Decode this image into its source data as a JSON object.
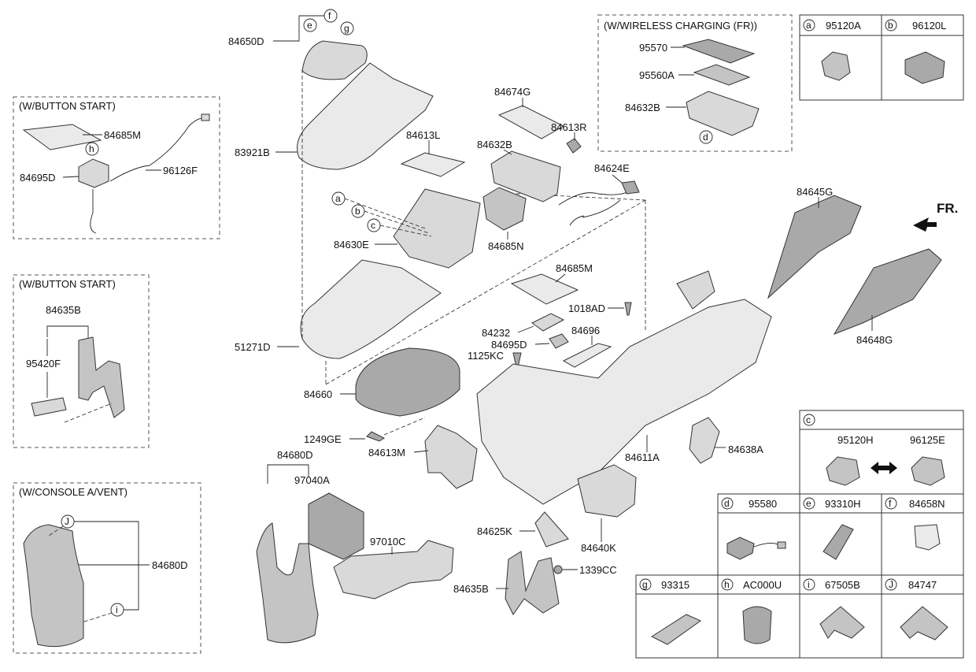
{
  "panels": {
    "button_start_1": "(W/BUTTON START)",
    "button_start_2": "(W/BUTTON START)",
    "console_vent": "(W/CONSOLE A/VENT)",
    "wireless_charging": "(W/WIRELESS CHARGING (FR))"
  },
  "direction": "FR.",
  "labels": {
    "p84650D": "84650D",
    "p83921B": "83921B",
    "p84613L": "84613L",
    "p84630E": "84630E",
    "p51271D": "51271D",
    "p84660": "84660",
    "p1249GE": "1249GE",
    "p84613M": "84613M",
    "p84680D_top": "84680D",
    "p97040A": "97040A",
    "p97010C": "97010C",
    "p84674G": "84674G",
    "p84632B": "84632B",
    "p84613R": "84613R",
    "p84624E": "84624E",
    "p84685N": "84685N",
    "p84685M_mid": "84685M",
    "p1018AD": "1018AD",
    "p84232": "84232",
    "p84695D_mid": "84695D",
    "p84696": "84696",
    "p1125KC": "1125KC",
    "p84611A": "84611A",
    "p84625K": "84625K",
    "p84640K": "84640K",
    "p84635B_bottom": "84635B",
    "p1339CC": "1339CC",
    "p84638A": "84638A",
    "p84645G": "84645G",
    "p84648G": "84648G",
    "p95570": "95570",
    "p95560A": "95560A",
    "p84632B_wc": "84632B",
    "p84685M_left": "84685M",
    "p84695D_left": "84695D",
    "p96126F": "96126F",
    "p84635B_left": "84635B",
    "p95420F": "95420F",
    "p84680D_left": "84680D"
  },
  "callouts": {
    "a": "a",
    "b": "b",
    "c": "c",
    "d": "d",
    "e": "e",
    "f": "f",
    "g": "g",
    "h": "h",
    "i": "i",
    "J": "J"
  },
  "legend": {
    "a": {
      "letter": "a",
      "part": "95120A"
    },
    "b": {
      "letter": "b",
      "part": "96120L"
    },
    "c": {
      "letter": "c",
      "part_1": "95120H",
      "part_2": "96125E"
    },
    "d": {
      "letter": "d",
      "part": "95580"
    },
    "e": {
      "letter": "e",
      "part": "93310H"
    },
    "f": {
      "letter": "f",
      "part": "84658N"
    },
    "g": {
      "letter": "g",
      "part": "93315"
    },
    "h": {
      "letter": "h",
      "part": "AC000U"
    },
    "i": {
      "letter": "i",
      "part": "67505B"
    },
    "J": {
      "letter": "J",
      "part": "84747"
    }
  }
}
